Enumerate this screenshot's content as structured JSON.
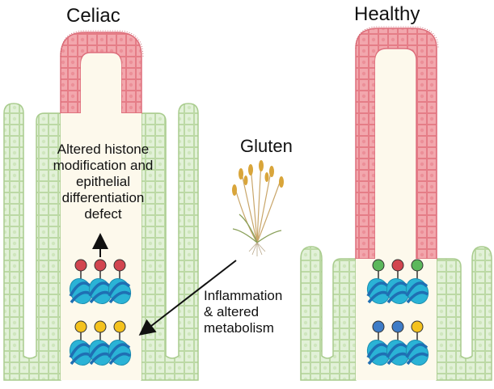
{
  "titles": {
    "left": "Celiac",
    "right": "Healthy"
  },
  "labels": {
    "trigger": "Gluten",
    "outcome_lines": [
      "Altered histone",
      "modification and",
      "epithelial",
      "differentiation",
      "defect"
    ],
    "cause_lines": [
      "Inflammation",
      "& altered",
      "metabolism"
    ]
  },
  "colors": {
    "crypt_tissue": "#e2f1d8",
    "crypt_cells": "#bcd9a5",
    "crypt_nuclei": "#cfe6bd",
    "villus_tissue": "#f2a7ad",
    "villus_cells": "#e57d87",
    "lumen": "#fdf9ec",
    "dna_strand": "#1f6fb3",
    "histone": "#2ab3d6",
    "mark_red": "#d2454f",
    "mark_yellow": "#f4c21d",
    "mark_green": "#5cb85c",
    "mark_blue": "#3e7cc7",
    "wheat": "#d9a53a",
    "arrow": "#111111"
  },
  "nucleosome_groups": [
    {
      "id": "celiac-upper",
      "marks": [
        "red",
        "red",
        "red"
      ]
    },
    {
      "id": "celiac-lower",
      "marks": [
        "yellow",
        "yellow",
        "yellow"
      ]
    },
    {
      "id": "healthy-upper",
      "marks": [
        "green",
        "red",
        "green"
      ]
    },
    {
      "id": "healthy-lower",
      "marks": [
        "blue",
        "blue",
        "yellow"
      ]
    }
  ]
}
